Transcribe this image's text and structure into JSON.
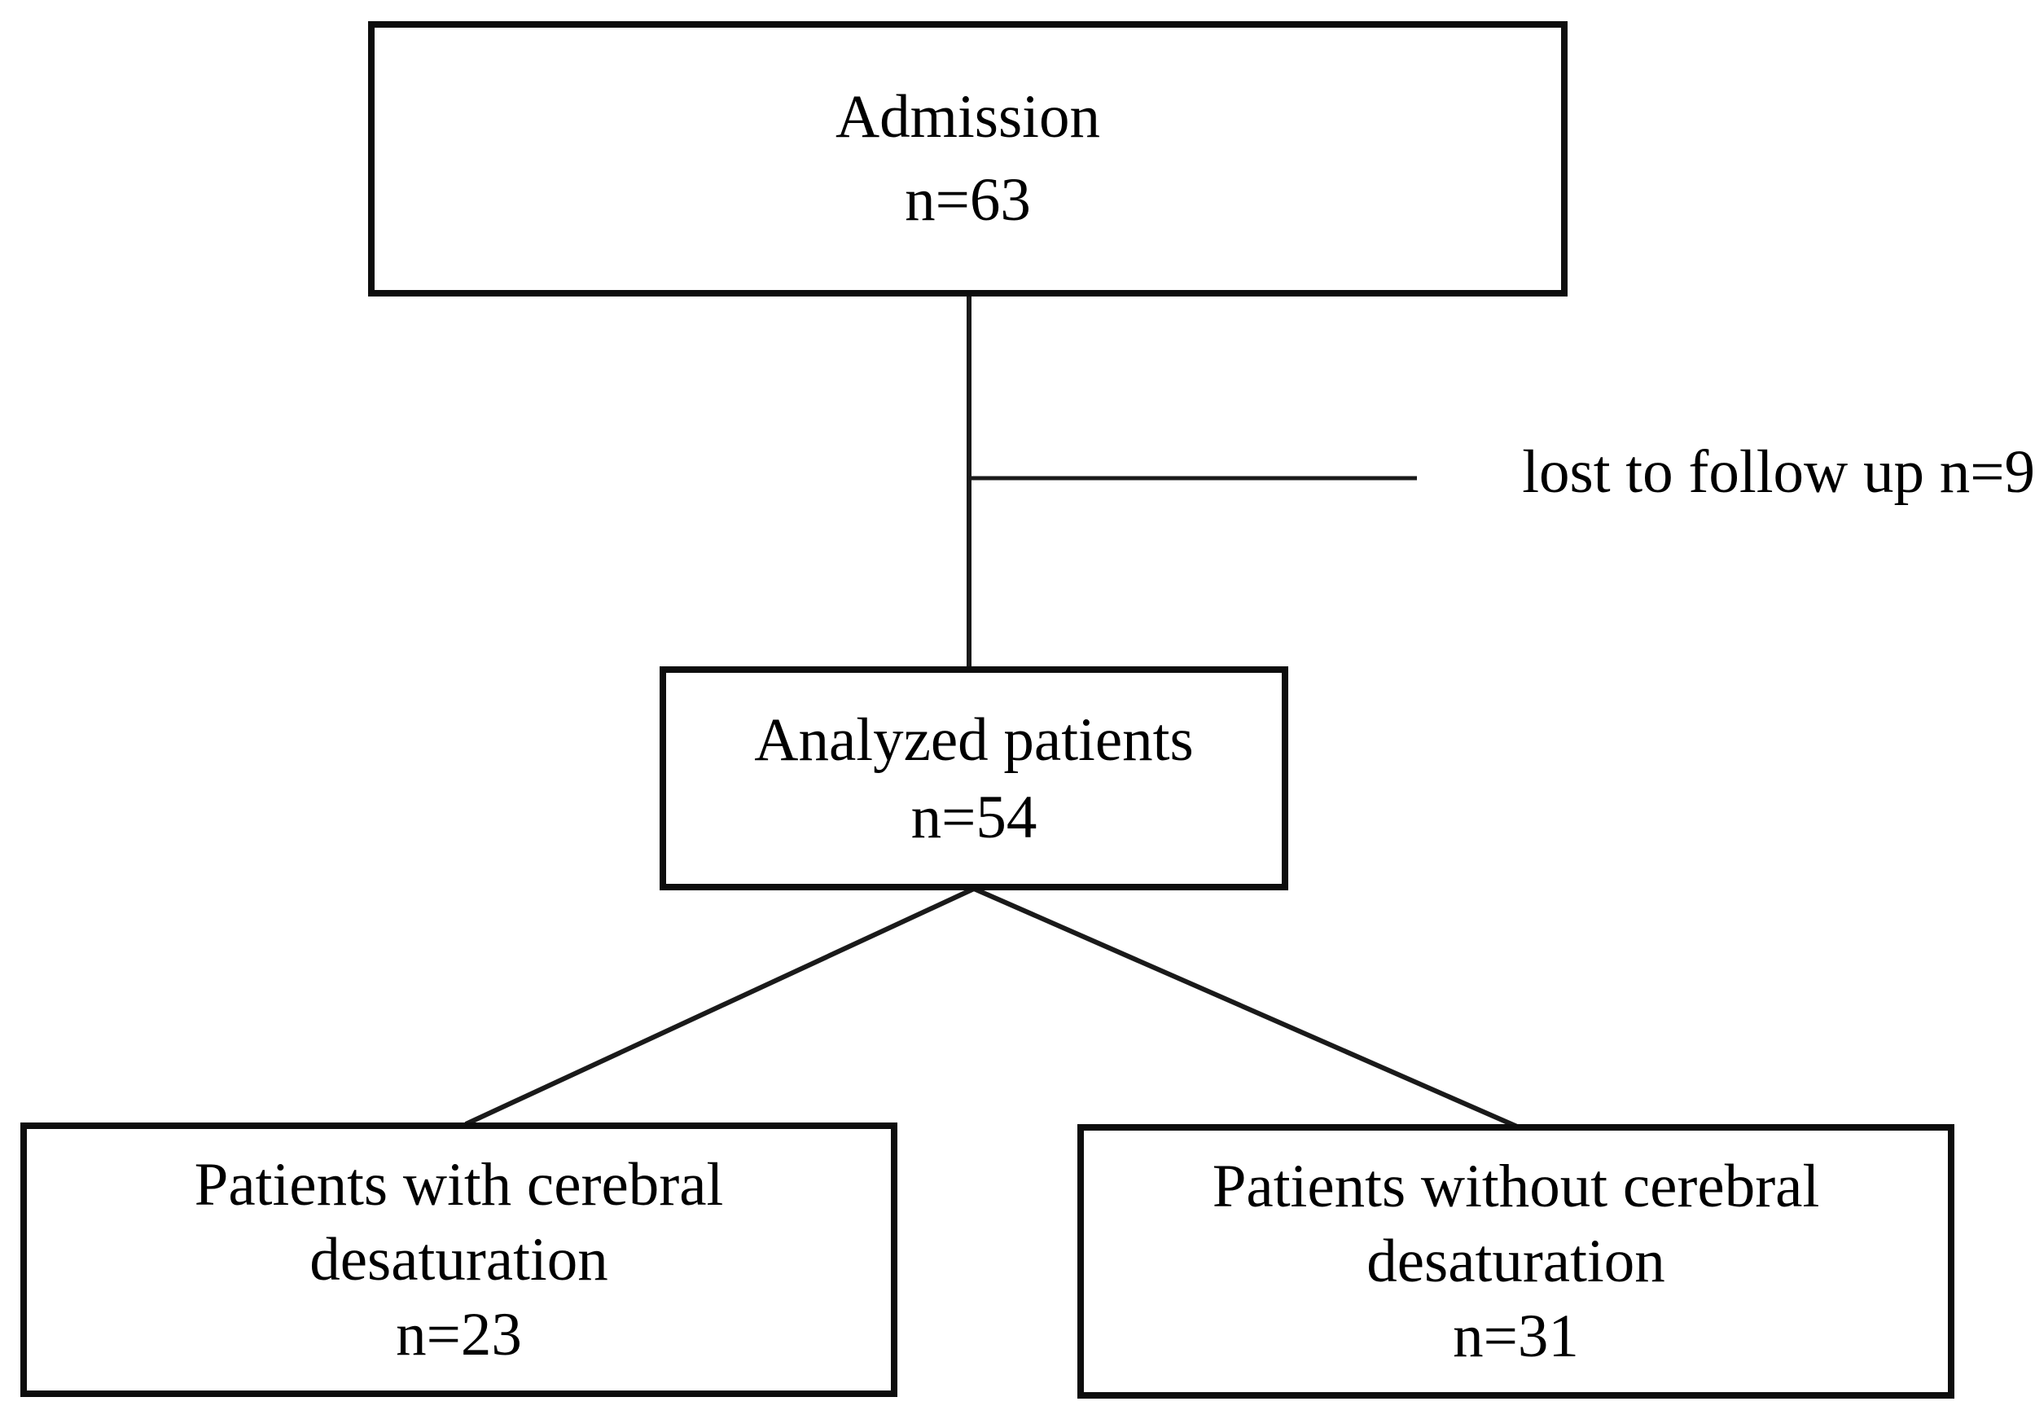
{
  "diagram": {
    "nodes": {
      "admission": {
        "title": "Admission",
        "count": "n=63"
      },
      "analyzed": {
        "title": "Analyzed patients",
        "count": "n=54"
      },
      "with_desaturation": {
        "title_line1": "Patients with cerebral",
        "title_line2": "desaturation",
        "count": "n=23"
      },
      "without_desaturation": {
        "title_line1": "Patients without cerebral",
        "title_line2": "desaturation",
        "count": "n=31"
      }
    },
    "annotations": {
      "lost_to_follow_up": "lost to follow up n=9"
    },
    "colors": {
      "background": "#ffffff",
      "box_border": "#0d0d0d",
      "connector_line": "#1a1a1a",
      "text": "#000000"
    }
  }
}
